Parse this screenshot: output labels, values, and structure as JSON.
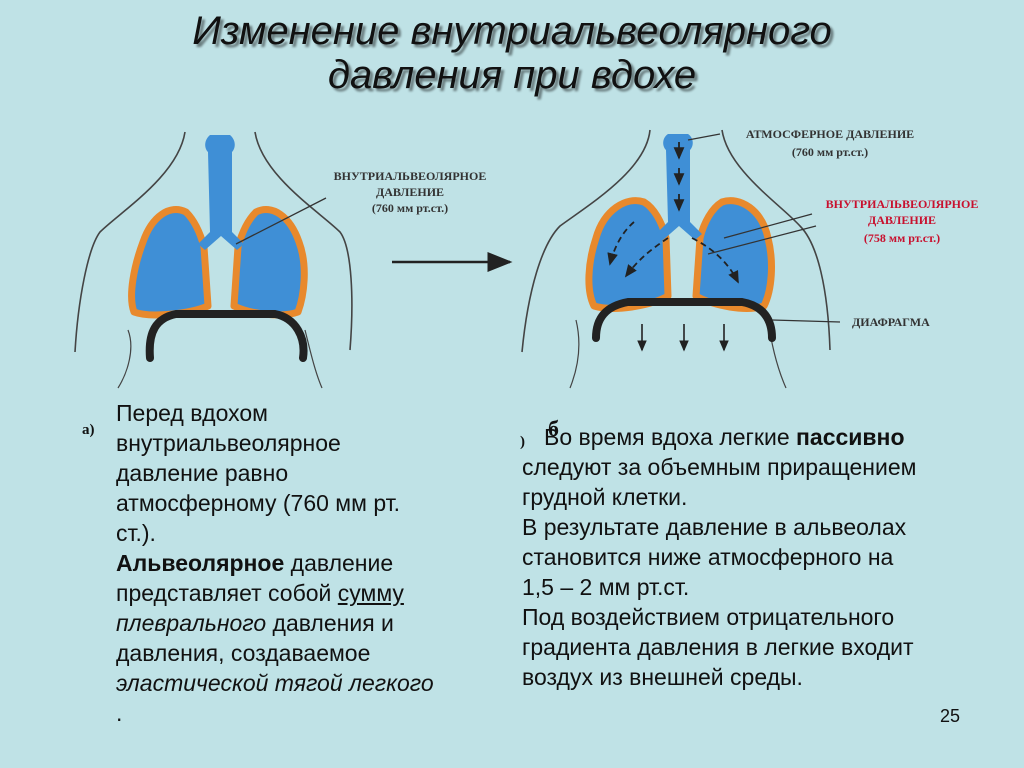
{
  "title": {
    "line1": "Изменение внутриальвеолярного",
    "line2": "давления при вдохе"
  },
  "diagram_left": {
    "label_line1": "ВНУТРИАЛЬВЕОЛЯРНОЕ",
    "label_line2": "ДАВЛЕНИЕ",
    "label_line3": "(760 мм рт.ст.)"
  },
  "diagram_right": {
    "atm_line1": "АТМОСФЕРНОЕ ДАВЛЕНИЕ",
    "atm_line2": "(760 мм рт.ст.)",
    "alv_line1": "ВНУТРИАЛЬВЕОЛЯРНОЕ",
    "alv_line2": "ДАВЛЕНИЕ",
    "alv_line3": "(758 мм рт.ст.)",
    "diaphragm": "ДИАФРАГМА"
  },
  "colors": {
    "lung": "#3f8fd6",
    "pleura": "#e8892c",
    "background": "#bfe2e6",
    "highlight_label": "#c8102e"
  },
  "left_text": {
    "marker": "а)",
    "line1": "Перед вдохом",
    "line2": "внутриальвеолярное",
    "line3": "давление равно",
    "line4": "атмосферному (760 мм рт.",
    "line5": "ст.).",
    "alv_bold": "Альвеолярное",
    "alv_rest": " давление",
    "sum_pre": "представляет собой ",
    "sum_underlined": "сумму",
    "pleural_italic": "плеврального",
    "pleural_rest": " давления и",
    "created": "давления, создаваемое",
    "elastic_italic": "эластической тягой легкого",
    "trailing_dot": "."
  },
  "right_text": {
    "marker": ")",
    "overlap_glyph": "б",
    "p1_start": "Во время вдоха легкие ",
    "p1_bold": "пассивно",
    "p1_line2": "следуют за объемным приращением",
    "p1_line3": "грудной клетки.",
    "p2_line1": "В результате давление в альвеолах",
    "p2_line2": "становится ниже атмосферного на",
    "p2_line3": "1,5 – 2 мм рт.ст.",
    "p3_line1": "Под воздействием отрицательного",
    "p3_line2": "градиента давления в легкие входит",
    "p3_line3": "воздух из внешней среды."
  },
  "page_number": "25"
}
